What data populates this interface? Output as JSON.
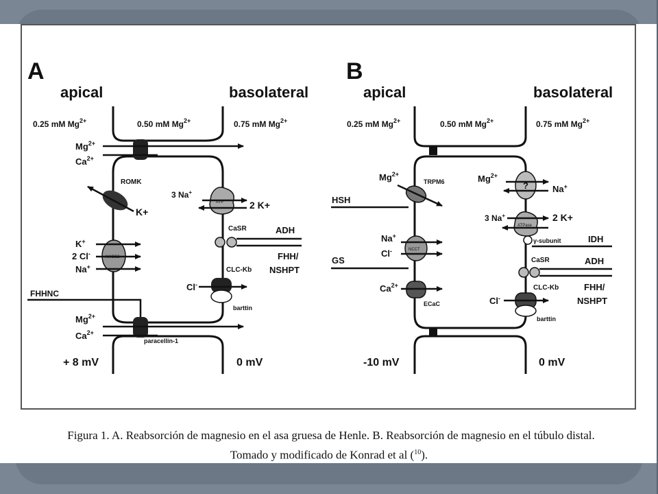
{
  "panelA": {
    "letter": "A",
    "apical": "apical",
    "basolateral": "basolateral",
    "conc_left": "0.25 mM Mg",
    "conc_mid": "0.50 mM Mg",
    "conc_right": "0.75 mM Mg",
    "ion_sup": "2+",
    "mg_top": "Mg",
    "ca_top": "Ca",
    "romk": "ROMK",
    "kplus": "K+",
    "three_na": "3 Na",
    "twok": "2 K+",
    "casr": "CaSR",
    "adh": "ADH",
    "fhhnshpt_1": "FHH/",
    "fhhnshpt_2": "NSHPT",
    "k_nkcc": "K",
    "cl2_nkcc": "2 Cl",
    "na_nkcc": "Na",
    "nkcc": "NKCC2",
    "clckb": "CLC-Kb",
    "cl": "Cl",
    "barttin": "barttin",
    "fhhnc": "FHHNC",
    "mg_bot": "Mg",
    "ca_bot": "Ca",
    "paracellin": "paracellin-1",
    "voltage_left": "+ 8 mV",
    "voltage_right": "0 mV",
    "atp": "ATP"
  },
  "panelB": {
    "letter": "B",
    "apical": "apical",
    "basolateral": "basolateral",
    "conc_left": "0.25 mM Mg",
    "conc_mid": "0.50 mM Mg",
    "conc_right": "0.75 mM Mg",
    "ion_sup": "2+",
    "mg_trpm": "Mg",
    "trpm6": "TRPM6",
    "hsh": "HSH",
    "na": "Na",
    "cl": "Cl",
    "ncct": "NCCT",
    "gs": "GS",
    "ca": "Ca",
    "ecac": "ECaC",
    "mg_q": "Mg",
    "question": "?",
    "na_q": "Na",
    "three_na": "3 Na",
    "twok": "2 K+",
    "gamma": "γ-subunit",
    "idh": "IDH",
    "casr": "CaSR",
    "adh": "ADH",
    "clckb": "CLC-Kb",
    "fhh_1": "FHH/",
    "fhh_2": "NSHPT",
    "cl_b": "Cl",
    "barttin": "barttin",
    "voltage_left": "-10 mV",
    "voltage_right": "0 mV",
    "atp": "ATPase"
  },
  "caption": {
    "line1": "Figura 1. A. Reabsorción de magnesio en el asa gruesa de Henle. B. Reabsorción de magnesio en el túbulo distal.",
    "line2_a": "Tomado y modificado de Konrad et al (",
    "line2_sup": "10",
    "line2_b": ")."
  }
}
